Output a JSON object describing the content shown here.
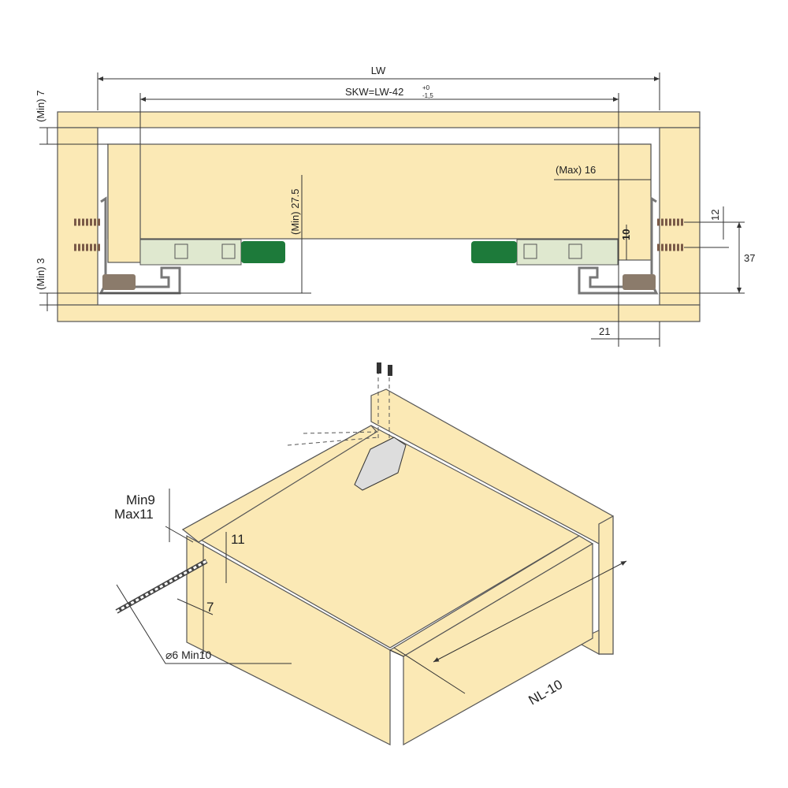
{
  "colors": {
    "wood": "#fbe9b5",
    "runner": "#dfe8cf",
    "damper": "#1d7a3a",
    "bracket": "#8b7b6b",
    "screw": "#7a5a48"
  },
  "top_view": {
    "lw": "LW",
    "skw": "SKW=LW-42",
    "skw_tol_upper": "+0",
    "skw_tol_lower": "-1,5",
    "min7": "(Min) 7",
    "min3": "(Min) 3",
    "min27_5": "(Min) 27.5",
    "max16": "(Max) 16",
    "dim10": "10",
    "dim12": "12",
    "dim37": "37",
    "dim21": "21"
  },
  "iso_view": {
    "min9": "Min9",
    "max11": "Max11",
    "dim11": "11",
    "dim7": "7",
    "drill": "⌀6 Min10",
    "nl": "NL-10"
  }
}
